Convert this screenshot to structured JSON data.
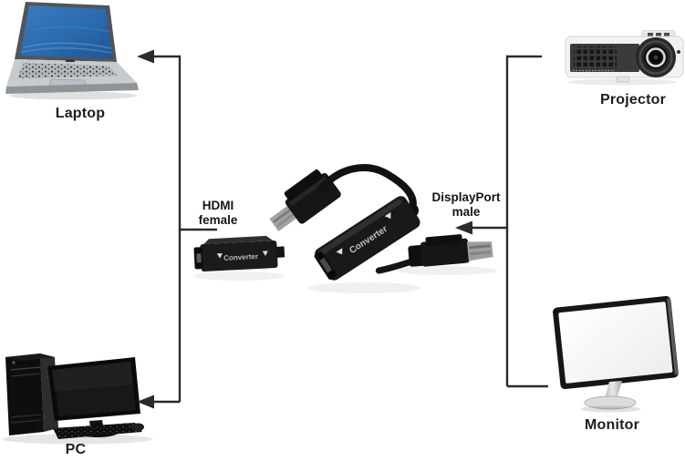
{
  "devices": {
    "laptop": {
      "label": "Laptop"
    },
    "projector": {
      "label": "Projector"
    },
    "pc": {
      "label": "PC"
    },
    "monitor": {
      "label": "Monitor"
    }
  },
  "ports": {
    "hdmi": {
      "type": "HDMI",
      "gender": "female"
    },
    "displayport": {
      "type": "DisplayPort",
      "gender": "male"
    }
  },
  "converter": {
    "label": "Converter"
  },
  "colors": {
    "connector_line": "#2b2b2b",
    "laptop_screen_blue": "#2e6fb2",
    "device_black": "#141414",
    "metal_gray": "#a3a3a3",
    "background": "#ffffff"
  }
}
